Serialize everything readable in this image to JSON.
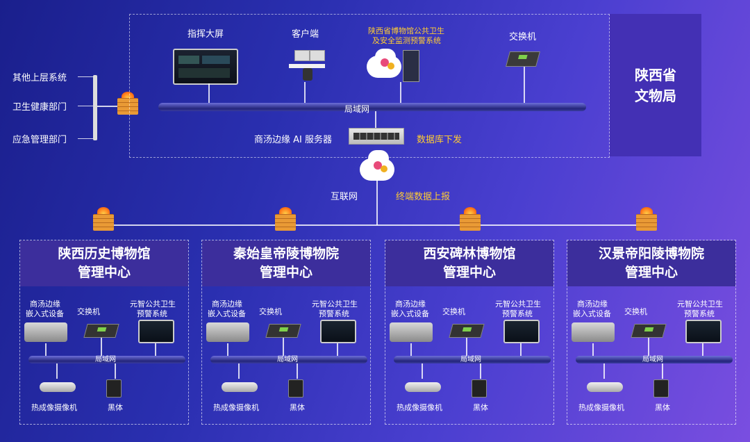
{
  "left_systems": [
    "其他上层系统",
    "卫生健康部门",
    "应急管理部门"
  ],
  "top": {
    "bureau_line1": "陕西省",
    "bureau_line2": "文物局",
    "command_screen": "指挥大屏",
    "client": "客户端",
    "warning_system_line1": "陕西省博物馆公共卫生",
    "warning_system_line2": "及安全监测预警系统",
    "switch": "交换机",
    "lan": "局域网",
    "ai_server": "商汤边缘 AI 服务器",
    "db_dispatch": "数据库下发"
  },
  "internet": "互联网",
  "terminal_report": "终端数据上报",
  "museums": [
    {
      "line1": "陕西历史博物馆",
      "line2": "管理中心"
    },
    {
      "line1": "秦始皇帝陵博物院",
      "line2": "管理中心"
    },
    {
      "line1": "西安碑林博物馆",
      "line2": "管理中心"
    },
    {
      "line1": "汉景帝阳陵博物院",
      "line2": "管理中心"
    }
  ],
  "museum_labels": {
    "edge_device_line1": "商汤边缘",
    "edge_device_line2": "嵌入式设备",
    "switch": "交换机",
    "warning_line1": "元智公共卫生",
    "warning_line2": "预警系统",
    "lan": "局域网",
    "thermal_camera": "热成像摄像机",
    "blackbody": "黑体"
  },
  "colors": {
    "accent_yellow": "#ffcc33",
    "bureau_bg": "#4330b4",
    "museum_title_bg": "#3c2e9c"
  }
}
